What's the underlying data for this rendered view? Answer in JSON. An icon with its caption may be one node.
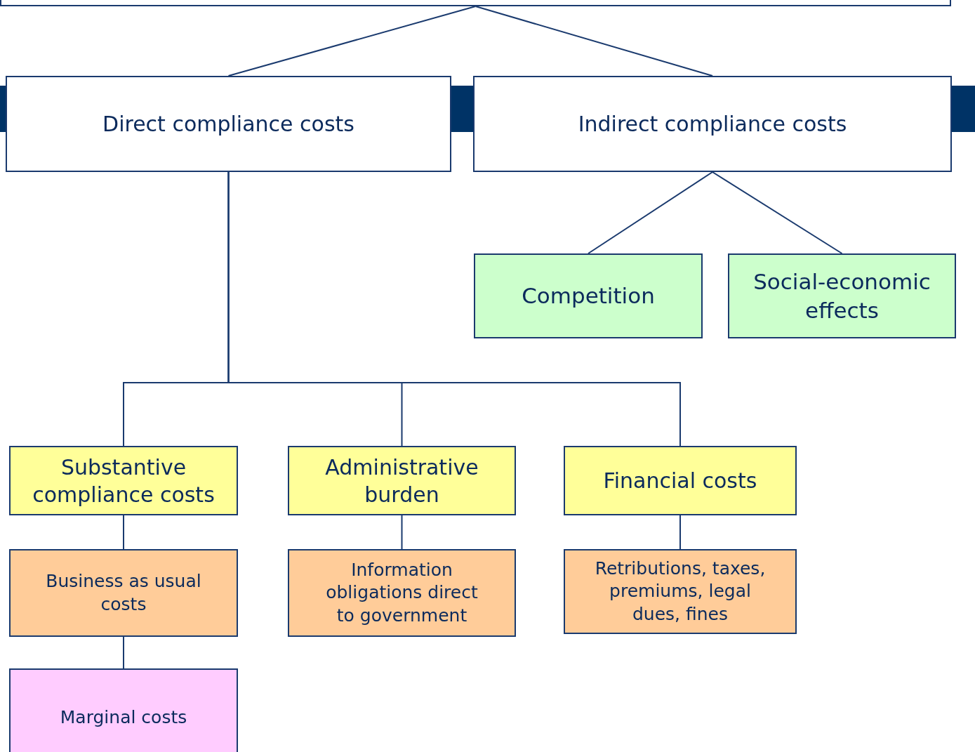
{
  "diagram": {
    "nodes": [
      {
        "text": [],
        "shape": "box"
      },
      {
        "text": [
          "Direct compliance costs"
        ]
      },
      {
        "text": [
          "Indirect compliance costs"
        ]
      },
      {
        "text": [
          "Competition"
        ]
      },
      {
        "text": [
          "Social-economic effects"
        ]
      },
      {
        "text": [
          "Substantive compliance costs"
        ]
      },
      {
        "text": [
          "Administrative burden"
        ]
      },
      {
        "text": [
          "Financial costs"
        ]
      },
      {
        "text": [
          "Business as usual costs"
        ]
      },
      {
        "text": [
          "Information obligations direct to government"
        ]
      },
      {
        "text": [
          "Retributions, taxes, premiums, legal dues, fines"
        ]
      },
      {
        "text": [
          "Marginal costs"
        ]
      }
    ],
    "edges": [
      {
        "from": 0,
        "to": 1,
        "arrow": "none"
      },
      {
        "from": 0,
        "to": 2,
        "arrow": "none"
      },
      {
        "from": 2,
        "to": 3,
        "arrow": "none"
      },
      {
        "from": 2,
        "to": 4,
        "arrow": "none"
      },
      {
        "from": 1,
        "to": 5,
        "arrow": "none"
      },
      {
        "from": 1,
        "to": 6,
        "arrow": "none"
      },
      {
        "from": 1,
        "to": 7,
        "arrow": "none"
      },
      {
        "from": 5,
        "to": 8,
        "arrow": "none"
      },
      {
        "from": 8,
        "to": 11,
        "arrow": "none"
      },
      {
        "from": 6,
        "to": 9,
        "arrow": "none"
      },
      {
        "from": 7,
        "to": 10,
        "arrow": "none"
      }
    ]
  }
}
